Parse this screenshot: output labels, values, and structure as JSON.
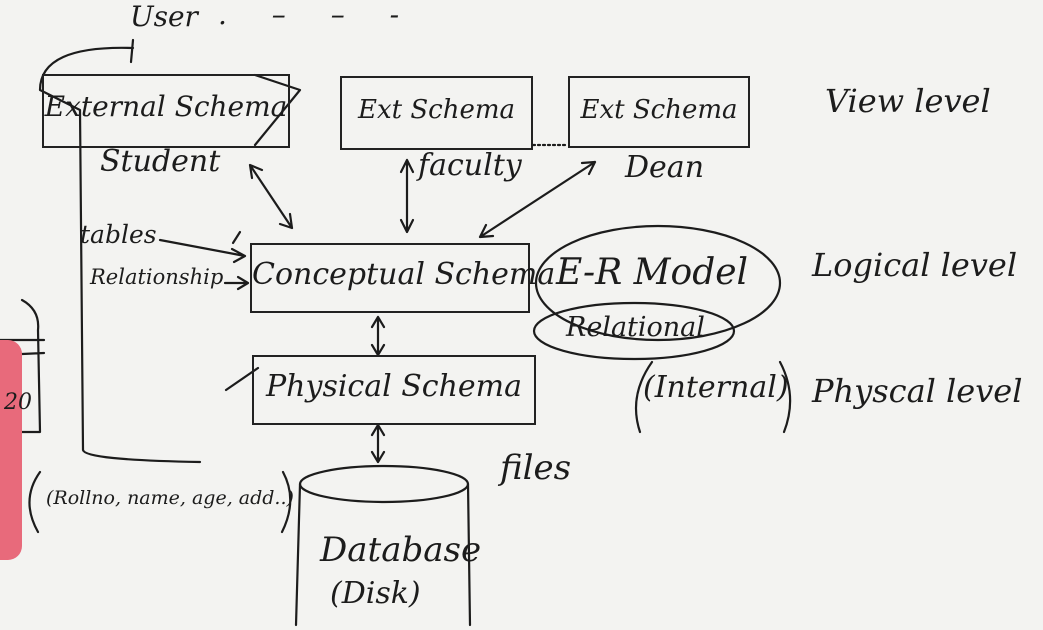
{
  "top": {
    "user_label": "User",
    "user_dots": ". – – -"
  },
  "schemas": {
    "external": "External Schema",
    "ext2": "Ext Schema",
    "ext3": "Ext Schema",
    "conceptual": "Conceptual Schema",
    "physical": "Physical Schema",
    "database_line1": "Database",
    "database_line2": "(Disk)"
  },
  "annotations": {
    "student": "Student",
    "faculty": "faculty",
    "dean": "Dean",
    "tables": "tables",
    "relationship": "Relationship",
    "er_model": "E-R Model",
    "relational": "Relational",
    "internal": "(Internal)",
    "files": "files",
    "attributes": "(Rollno, name, age, add..)",
    "side_table_value": "20"
  },
  "levels": {
    "view": "View level",
    "logical": "Logical level",
    "physical": "Physcal level"
  },
  "colors": {
    "board": "#f3f3f1",
    "ink": "#1c1c1c",
    "skin": "#e86a7b"
  }
}
